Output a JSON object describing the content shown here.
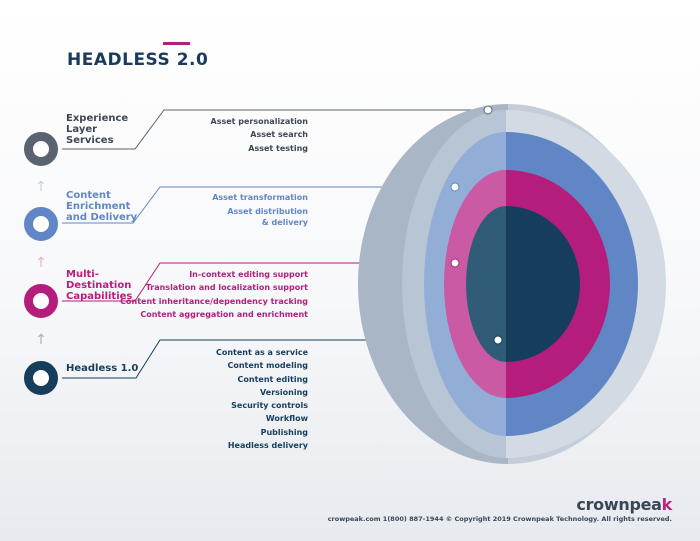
{
  "title": "HEADLESS 2.0",
  "colors": {
    "experience": "#5a6370",
    "enrichment": "#6186c5",
    "capabilities": "#b51d7c",
    "headless": "#163e5c",
    "title": "#1b3a5c"
  },
  "layers": [
    {
      "label": "Experience\nLayer\nServices",
      "features": [
        "Asset personalization",
        "Asset search",
        "Asset testing"
      ]
    },
    {
      "label": "Content\nEnrichment\nand Delivery",
      "features": [
        "Asset transformation",
        "Asset distribution\n& delivery"
      ]
    },
    {
      "label": "Multi-\nDestination\nCapabilities",
      "features": [
        "In-context editing support",
        "Translation and localization support",
        "Content inheritance/dependency tracking",
        "Content aggregation and enrichment"
      ]
    },
    {
      "label": "Headless 1.0",
      "features": [
        "Content as a service",
        "Content modeling",
        "Content editing",
        "Versioning",
        "Security controls",
        "Workflow",
        "Publishing",
        "Headless delivery"
      ]
    }
  ],
  "arrows": [
    "↑",
    "↑",
    "↑"
  ],
  "logo": {
    "text": "crownpea",
    "accent": "k"
  },
  "footer": "crowpeak.com  1(800) 887-1944 © Copyright 2019 Crownpeak Technology. All rights reserved."
}
